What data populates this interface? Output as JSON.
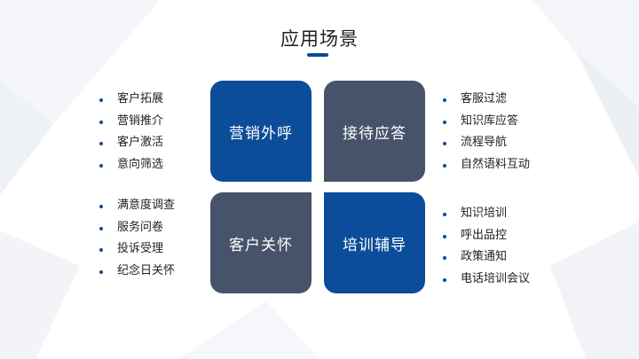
{
  "title": "应用场景",
  "colors": {
    "accent_blue": "#0b4d9a",
    "slate": "#46536a",
    "title_bar": "#0a4b94"
  },
  "tiles": {
    "top_left": "营销外呼",
    "top_right": "接待应答",
    "bottom_left": "客户关怀",
    "bottom_right": "培训辅导"
  },
  "lists": {
    "top_left": [
      "客户拓展",
      "营销推介",
      "客户激活",
      "意向筛选"
    ],
    "bottom_left": [
      "满意度调查",
      "服务问卷",
      "投诉受理",
      "纪念日关怀"
    ],
    "top_right": [
      "客服过滤",
      "知识库应答",
      "流程导航",
      "自然语料互动"
    ],
    "bottom_right": [
      "知识培训",
      "呼出品控",
      "政策通知",
      "电话培训会议"
    ]
  }
}
